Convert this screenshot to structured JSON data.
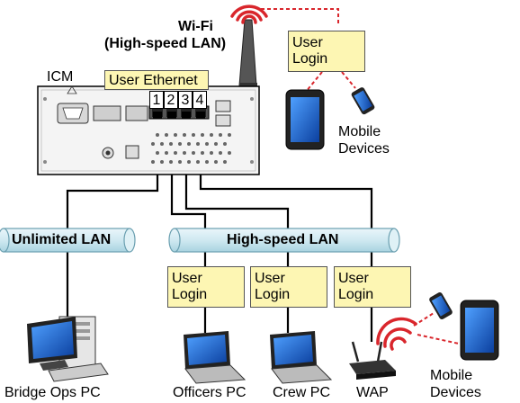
{
  "labels": {
    "wifi_title": "Wi-Fi",
    "wifi_subtitle": "(High-speed LAN)",
    "icm": "ICM",
    "user_ethernet": "User Ethernet",
    "ports": [
      "1",
      "2",
      "3",
      "4"
    ],
    "unlimited_lan": "Unlimited LAN",
    "highspeed_lan": "High-speed LAN",
    "user_login_1": "User",
    "user_login_2": "Login",
    "mobile_devices_1": "Mobile",
    "mobile_devices_2": "Devices",
    "bridge_ops_pc": "Bridge Ops PC",
    "officers_pc": "Officers PC",
    "crew_pc": "Crew PC",
    "wap": "WAP"
  },
  "colors": {
    "login_fill": "#fdf6b3",
    "pipe_fill": "#cde8f0",
    "wifi_red": "#d9262c",
    "cable": "#000000"
  }
}
